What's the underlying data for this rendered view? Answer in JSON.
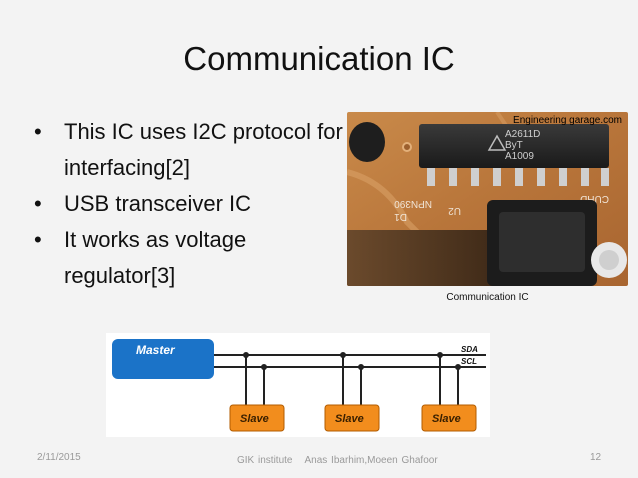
{
  "slide": {
    "title": "Communication IC",
    "bullets": [
      "This IC uses I2C protocol for interfacing[2]",
      "USB transceiver IC",
      "It works as voltage regulator[3]"
    ],
    "photo": {
      "watermark": "Engineering garage.com",
      "chip_text": [
        "A2611D",
        "ByT",
        "A1009"
      ],
      "pcb_text": [
        "NPN390",
        "U2",
        "D1",
        "CUHD"
      ]
    },
    "photo_caption": "Communication IC",
    "diagram": {
      "master_label": "Master",
      "bus_labels": [
        "SDA",
        "SCL"
      ],
      "slaves": [
        "Slave",
        "Slave",
        "Slave"
      ],
      "colors": {
        "master": "#1b73c8",
        "slave": "#f28d1d",
        "bus": "#222222"
      }
    },
    "footer": {
      "date": "2/11/2015",
      "institute": "GIK institute",
      "authors": "Anas Ibarhim,Moeen Ghafoor",
      "page_number": "12"
    }
  }
}
